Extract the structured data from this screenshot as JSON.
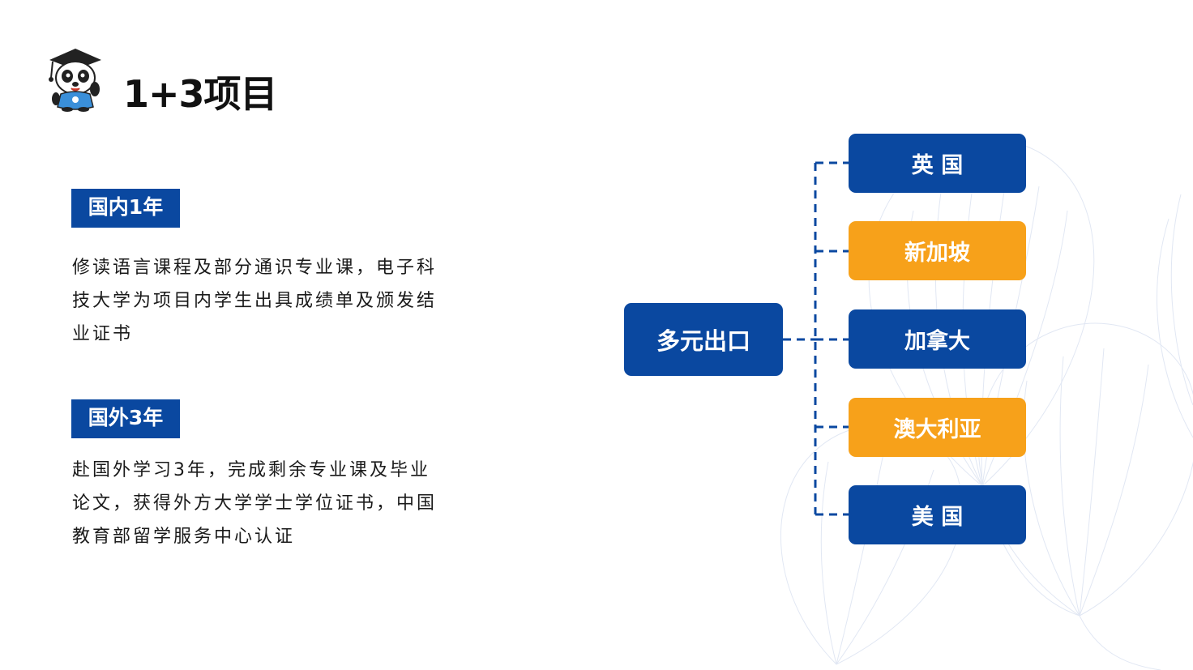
{
  "header": {
    "title": "1+3项目"
  },
  "sections": [
    {
      "tag": "国内1年",
      "body": "修读语言课程及部分通识专业课，电子科技大学为项目内学生出具成绩单及颁发结业证书"
    },
    {
      "tag": "国外3年",
      "body": "赴国外学习3年，完成剩余专业课及毕业论文，获得外方大学学士学位证书，中国教育部留学服务中心认证"
    }
  ],
  "diagram": {
    "center": "多元出口",
    "destinations": [
      {
        "label": "英 国",
        "color": "#0a48a0"
      },
      {
        "label": "新加坡",
        "color": "#f7a11a"
      },
      {
        "label": "加拿大",
        "color": "#0a48a0"
      },
      {
        "label": "澳大利亚",
        "color": "#f7a11a"
      },
      {
        "label": "美 国",
        "color": "#0a48a0"
      }
    ],
    "connector_color": "#0a48a0"
  },
  "colors": {
    "primary": "#0a48a0",
    "accent": "#f7a11a"
  },
  "icons": {
    "logo": "panda-graduate-mascot",
    "background": "ginkgo-leaf-line-art"
  }
}
